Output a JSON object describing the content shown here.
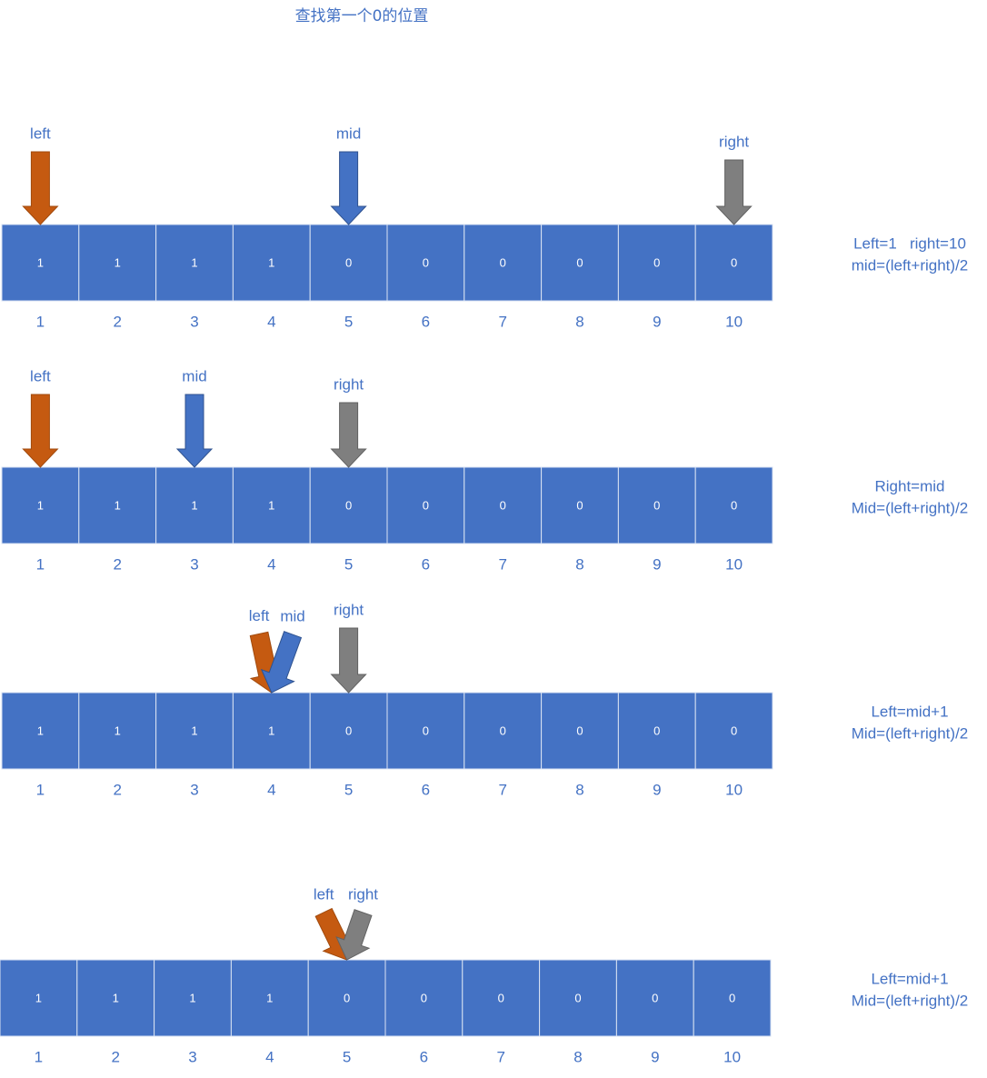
{
  "title": "查找第一个0的位置",
  "colors": {
    "cell_fill": "#4472C4",
    "cell_border": "#DAE3F3",
    "cell_text": "#FFFFFF",
    "label_text": "#4472C4"
  },
  "pointer_colors": {
    "left": {
      "fill": "#C55A11",
      "stroke": "#A14A0D"
    },
    "mid": {
      "fill": "#4472C4",
      "stroke": "#2F528F"
    },
    "right": {
      "fill": "#7F7F7F",
      "stroke": "#626262"
    }
  },
  "indices": [
    "1",
    "2",
    "3",
    "4",
    "5",
    "6",
    "7",
    "8",
    "9",
    "10"
  ],
  "steps": [
    {
      "cells": [
        "1",
        "1",
        "1",
        "1",
        "0",
        "0",
        "0",
        "0",
        "0",
        "0"
      ],
      "pointers": [
        {
          "label": "left",
          "index": 1
        },
        {
          "label": "mid",
          "index": 5
        },
        {
          "label": "right",
          "index": 10
        }
      ],
      "notes": [
        "Left=1   right=10",
        "mid=(left+right)/2"
      ]
    },
    {
      "cells": [
        "1",
        "1",
        "1",
        "1",
        "0",
        "0",
        "0",
        "0",
        "0",
        "0"
      ],
      "pointers": [
        {
          "label": "left",
          "index": 1
        },
        {
          "label": "mid",
          "index": 3
        },
        {
          "label": "right",
          "index": 5
        }
      ],
      "notes": [
        "Right=mid",
        "Mid=(left+right)/2"
      ]
    },
    {
      "cells": [
        "1",
        "1",
        "1",
        "1",
        "0",
        "0",
        "0",
        "0",
        "0",
        "0"
      ],
      "pointers": [
        {
          "label": "left",
          "index": 4
        },
        {
          "label": "mid",
          "index": 4
        },
        {
          "label": "right",
          "index": 5
        }
      ],
      "notes": [
        "Left=mid+1",
        "Mid=(left+right)/2"
      ]
    },
    {
      "cells": [
        "1",
        "1",
        "1",
        "1",
        "0",
        "0",
        "0",
        "0",
        "0",
        "0"
      ],
      "pointers": [
        {
          "label": "left",
          "index": 5
        },
        {
          "label": "right",
          "index": 5
        }
      ],
      "notes": [
        "Left=mid+1",
        "Mid=(left+right)/2"
      ]
    }
  ]
}
